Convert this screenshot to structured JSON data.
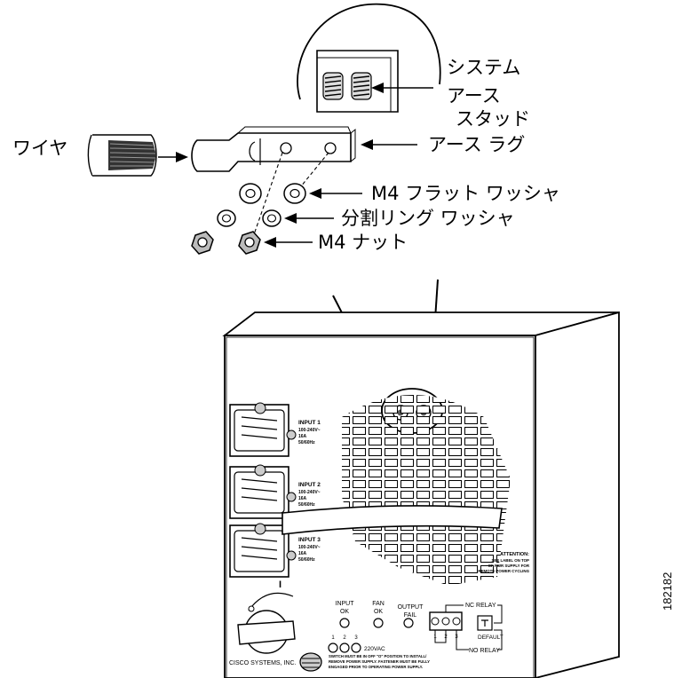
{
  "callouts": {
    "system_earth_stud": [
      "システム",
      "アース",
      "スタッド"
    ],
    "wire": "ワイヤ",
    "earth_lug": "アース ラグ",
    "flat_washer": "M4 フラット ワッシャ",
    "split_ring_washer": "分割リング ワッシャ",
    "nut": "M4 ナット"
  },
  "panel": {
    "inputs": [
      {
        "title": "INPUT 1",
        "rating": [
          "100-240V~",
          "16A",
          "50/60Hz"
        ]
      },
      {
        "title": "INPUT 2",
        "rating": [
          "100-240V~",
          "16A",
          "50/60Hz"
        ]
      },
      {
        "title": "INPUT 3",
        "rating": [
          "100-240V~",
          "16A",
          "50/60Hz"
        ]
      }
    ],
    "attention": [
      "ATTENTION:",
      "SEE LABEL ON TOP",
      "OF PWR SUPPLY FOR",
      "REMOTE POWER CYCLING"
    ],
    "switch_on_mark": "I",
    "led_input_ok": [
      "INPUT",
      "OK"
    ],
    "led_fan_ok": [
      "FAN",
      "OK"
    ],
    "led_output_fail": [
      "OUTPUT",
      "FAIL"
    ],
    "led_numbers": [
      "1",
      "2",
      "3"
    ],
    "led_220vac": "220VAC",
    "relay_numbers": [
      "1",
      "2",
      "3"
    ],
    "nc_relay": "NC RELAY",
    "no_relay": "NO RELAY",
    "default": "DEFAULT",
    "brand": "CISCO SYSTEMS, INC.",
    "warning": [
      "SWITCH MUST BE IN OFF \"O\" POSITION TO INSTALL/",
      "REMOVE POWER SUPPLY. FASTENER MUST BE FULLY",
      "ENGAGED PRIOR TO OPERATING POWER SUPPLY."
    ]
  },
  "figure_id": "182182"
}
